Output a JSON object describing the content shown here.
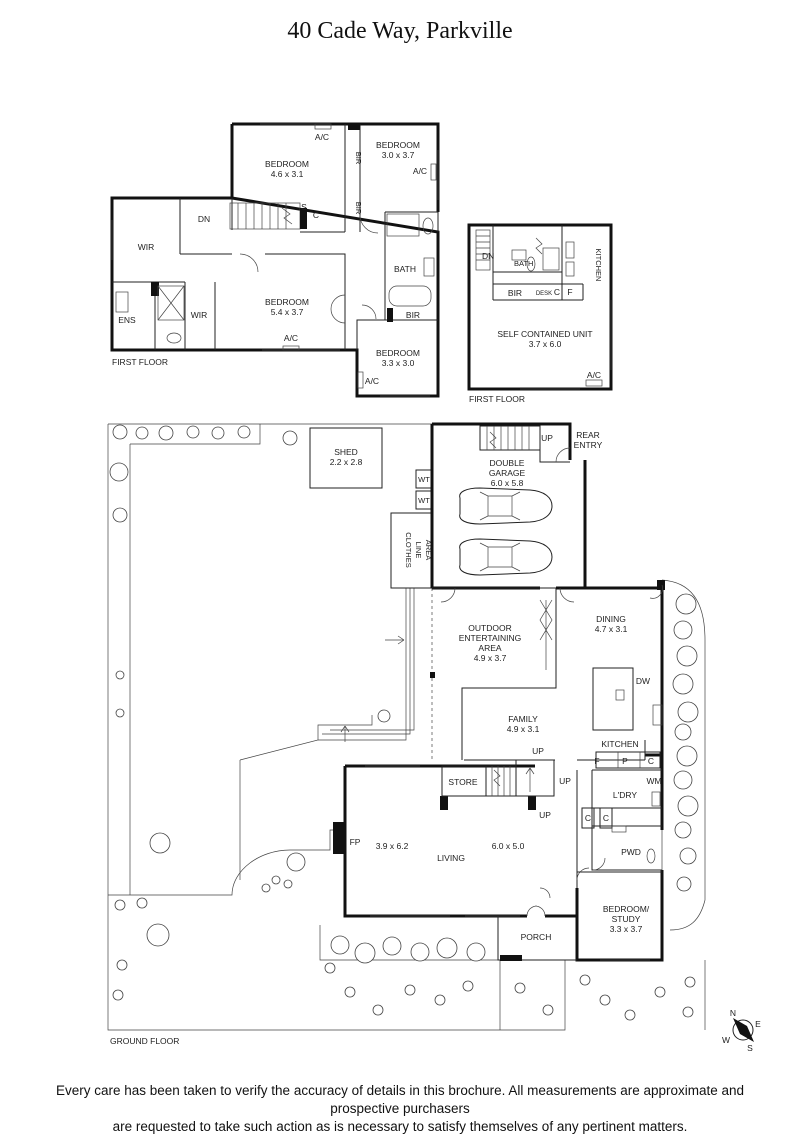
{
  "title": "40 Cade Way, Parkville",
  "floors": {
    "first_main": "FIRST FLOOR",
    "first_unit": "FIRST FLOOR",
    "ground": "GROUND FLOOR"
  },
  "first_floor_rooms": {
    "bedroom_nw": {
      "name": "BEDROOM",
      "size": "4.6 x 3.1"
    },
    "bedroom_ne": {
      "name": "BEDROOM",
      "size": "3.0 x 3.7"
    },
    "bedroom_main": {
      "name": "BEDROOM",
      "size": "5.4 x 3.7"
    },
    "bedroom_se": {
      "name": "BEDROOM",
      "size": "3.3 x 3.0"
    },
    "wir_1": "WIR",
    "wir_2": "WIR",
    "ens": "ENS",
    "bath": "BATH",
    "bir_1": "BIR",
    "bir_2": "BIR",
    "bir_3": "BIR",
    "dn": "DN",
    "s": "S",
    "c": "C",
    "ac_1": "A/C",
    "ac_2": "A/C",
    "ac_3": "A/C",
    "ac_4": "A/C"
  },
  "unit_rooms": {
    "name": "SELF CONTAINED UNIT",
    "size": "3.7 x 6.0",
    "dn": "DN",
    "bath": "BATH",
    "kitchen": "KITCHEN",
    "bir": "BIR",
    "desk": "DESK",
    "c": "C",
    "f": "F",
    "ac": "A/C"
  },
  "ground_rooms": {
    "shed": {
      "name": "SHED",
      "size": "2.2 x 2.8"
    },
    "garage": {
      "name1": "DOUBLE",
      "name2": "GARAGE",
      "size": "6.0 x 5.8"
    },
    "rear_entry": {
      "line1": "REAR",
      "line2": "ENTRY"
    },
    "up_garage": "UP",
    "wt_1": "WT",
    "wt_2": "WT",
    "clothes": {
      "line1": "CLOTHES",
      "line2": "LINE",
      "line3": "AREA"
    },
    "outdoor": {
      "line1": "OUTDOOR",
      "line2": "ENTERTAINING",
      "line3": "AREA",
      "size": "4.9 x 3.7"
    },
    "dining": {
      "name": "DINING",
      "size": "4.7 x 3.1"
    },
    "dw": "DW",
    "family": {
      "name": "FAMILY",
      "size": "4.9 x 3.1"
    },
    "kitchen": "KITCHEN",
    "f": "F",
    "p": "P",
    "c_k": "C",
    "wm": "WM",
    "ldry": "L'DRY",
    "c_l1": "C",
    "c_l2": "C",
    "store": "STORE",
    "up_1": "UP",
    "up_2": "UP",
    "up_3": "UP",
    "fp": "FP",
    "living": {
      "name": "LIVING",
      "size_left": "3.9 x 6.2",
      "size_right": "6.0 x 5.0"
    },
    "pwd": "PWD",
    "porch": "PORCH",
    "study": {
      "line1": "BEDROOM/",
      "line2": "STUDY",
      "size": "3.3 x 3.7"
    }
  },
  "compass": {
    "n": "N",
    "e": "E",
    "s": "S",
    "w": "W"
  },
  "disclaimer": {
    "line1": "Every care has been taken to verify the accuracy of details in this brochure. All measurements are approximate and prospective purchasers",
    "line2": "are requested to take such action as is necessary to satisfy themselves of any pertinent matters."
  }
}
